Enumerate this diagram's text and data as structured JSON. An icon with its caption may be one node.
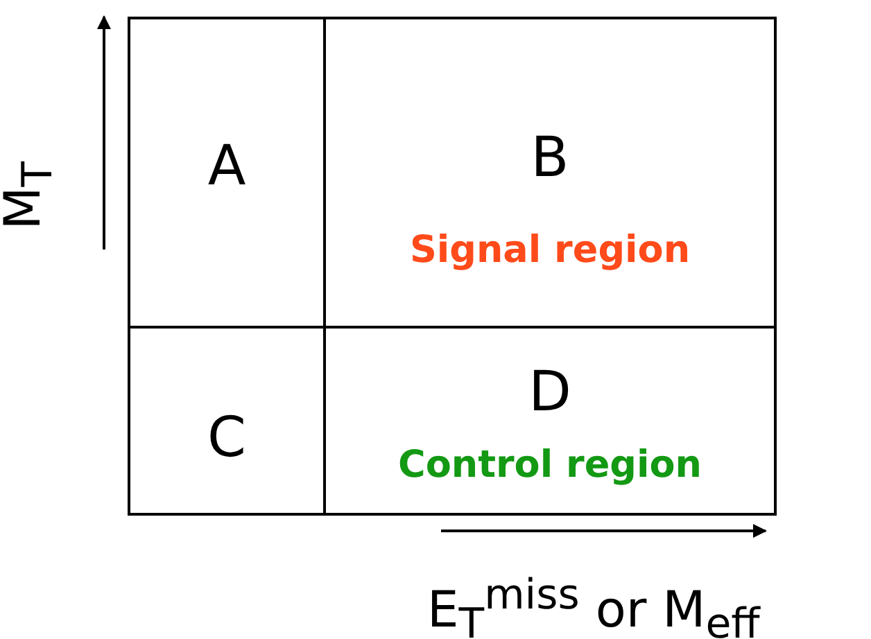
{
  "diagram": {
    "nodes": [
      {
        "text": [
          "A"
        ]
      },
      {
        "text": [
          "B",
          "Signal region"
        ]
      },
      {
        "text": [
          "C"
        ]
      },
      {
        "text": [
          "D",
          "Control region"
        ]
      }
    ],
    "labels": [
      "M$_{T}$",
      "E$_{T}$$^{miss}$ or M$_{eff}$"
    ]
  }
}
